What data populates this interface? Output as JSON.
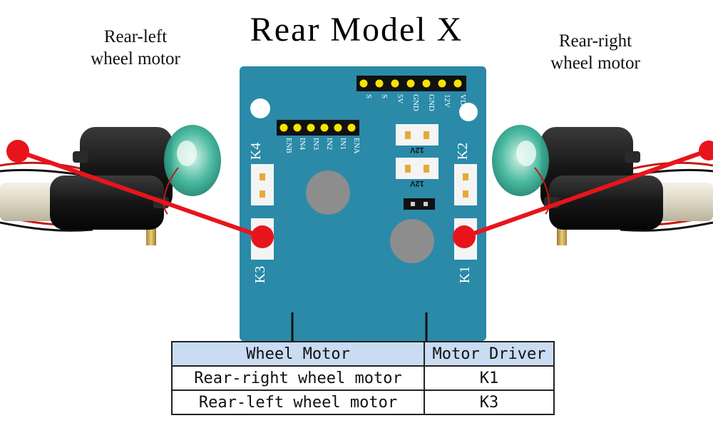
{
  "title": "Rear Model X",
  "labels": {
    "left_motor": [
      "Rear-left",
      "wheel motor"
    ],
    "right_motor": [
      "Rear-right",
      "wheel motor"
    ]
  },
  "board": {
    "color": "#2a8aa8",
    "top_pins": [
      "S",
      "S",
      "5V",
      "GND",
      "GND",
      "12V",
      "VD"
    ],
    "left_pins": [
      "ENB",
      "IN4",
      "IN3",
      "IN2",
      "IN1",
      "ENA"
    ],
    "ports": {
      "k1": "K1",
      "k2": "K2",
      "k3": "K3",
      "k4": "K4"
    },
    "voltage_labels": [
      "12V",
      "12V"
    ]
  },
  "connector_color": "#e8141c",
  "table": {
    "headers": [
      "Wheel Motor",
      "Motor Driver"
    ],
    "rows": [
      [
        "Rear-right wheel motor",
        "K1"
      ],
      [
        "Rear-left wheel motor",
        "K3"
      ]
    ]
  }
}
